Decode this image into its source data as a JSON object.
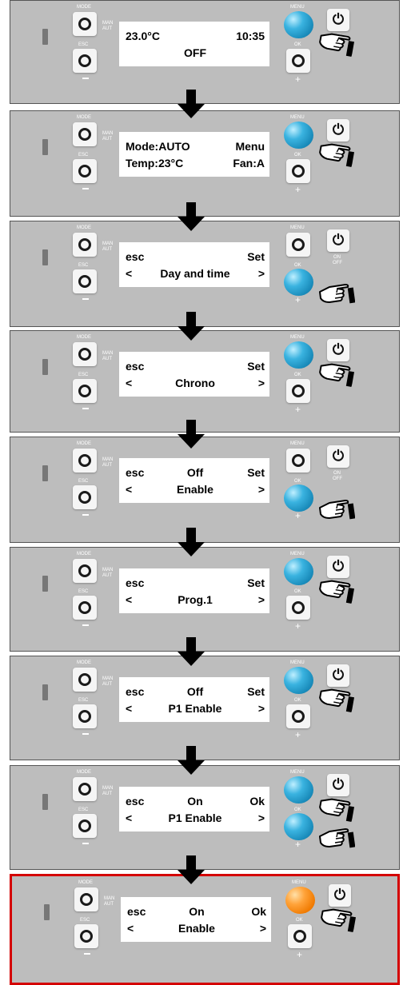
{
  "labels": {
    "mode": "MODE",
    "man": "MAN",
    "aut": "AUT",
    "esc": "ESC",
    "menu": "MENU",
    "ok": "OK",
    "on": "ON",
    "off": "OFF"
  },
  "panels": [
    {
      "l1": "23.0°C",
      "c1": "",
      "r1": "10:35",
      "l2": "",
      "c2": "OFF",
      "r2": "",
      "pressed": [
        "menu"
      ],
      "color": "blue",
      "highlight": false
    },
    {
      "l1": "Mode:AUTO",
      "c1": "",
      "r1": "Menu",
      "l2": "Temp:23°C",
      "c2": "",
      "r2": "Fan:A",
      "pressed": [
        "menu"
      ],
      "color": "blue",
      "highlight": false
    },
    {
      "l1": "esc",
      "c1": "",
      "r1": "Set",
      "l2": "<",
      "c2": "Day and time",
      "r2": ">",
      "pressed": [
        "ok"
      ],
      "color": "blue",
      "highlight": false
    },
    {
      "l1": "esc",
      "c1": "",
      "r1": "Set",
      "l2": "<",
      "c2": "Chrono",
      "r2": ">",
      "pressed": [
        "menu"
      ],
      "color": "blue",
      "highlight": false
    },
    {
      "l1": "esc",
      "c1": "Off",
      "r1": "Set",
      "l2": "<",
      "c2": "Enable",
      "r2": ">",
      "pressed": [
        "ok"
      ],
      "color": "blue",
      "highlight": false
    },
    {
      "l1": "esc",
      "c1": "",
      "r1": "Set",
      "l2": "<",
      "c2": "Prog.1",
      "r2": ">",
      "pressed": [
        "menu"
      ],
      "color": "blue",
      "highlight": false
    },
    {
      "l1": "esc",
      "c1": "Off",
      "r1": "Set",
      "l2": "<",
      "c2": "P1 Enable",
      "r2": ">",
      "pressed": [
        "menu"
      ],
      "color": "blue",
      "highlight": false
    },
    {
      "l1": "esc",
      "c1": "On",
      "r1": "Ok",
      "l2": "<",
      "c2": "P1 Enable",
      "r2": ">",
      "pressed": [
        "menu",
        "ok"
      ],
      "color": "blue",
      "highlight": false
    },
    {
      "l1": "esc",
      "c1": "On",
      "r1": "Ok",
      "l2": "<",
      "c2": "Enable",
      "r2": ">",
      "pressed": [
        "menu"
      ],
      "color": "orange",
      "highlight": true
    }
  ],
  "icons": {
    "power": "power-icon",
    "hand": "pointing-hand-icon",
    "arrow": "down-arrow-icon"
  },
  "colors": {
    "panel": "#bdbdbd",
    "press_blue": "#2aa3d6",
    "press_orange": "#f08a10",
    "highlight_border": "#d40000"
  }
}
